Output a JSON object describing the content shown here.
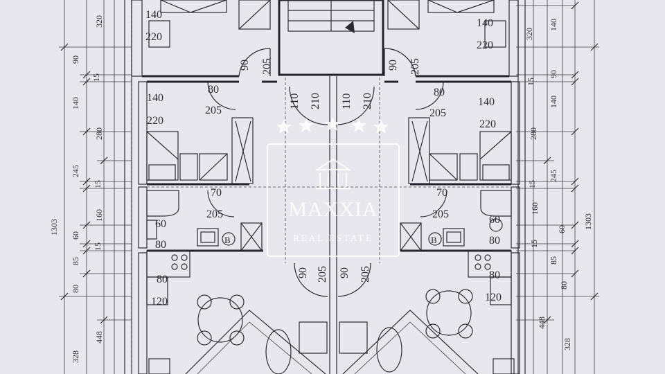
{
  "labels": {
    "top_left_room": [
      "140",
      "220"
    ],
    "top_right_room": [
      "140",
      "220"
    ],
    "door_left_90": "90",
    "door_left_205": "205",
    "door_right_90": "90",
    "door_right_205": "205",
    "stair_doors": [
      "110",
      "210",
      "110",
      "210"
    ],
    "left_bed_door": [
      "80",
      "205"
    ],
    "right_bed_door": [
      "80",
      "205"
    ],
    "left_bed_window": [
      "140",
      "220"
    ],
    "right_bed_window": [
      "140",
      "220"
    ],
    "left_bath_door": [
      "70",
      "205"
    ],
    "right_bath_door": [
      "70",
      "205"
    ],
    "left_bath_window": [
      "60",
      "80"
    ],
    "right_bath_window": [
      "60",
      "80"
    ],
    "boiler_left": "B",
    "boiler_right": "B",
    "lower_doors": [
      "90",
      "205",
      "90",
      "205"
    ],
    "left_kitchen_window": [
      "80",
      "120"
    ],
    "right_kitchen_window": [
      "80",
      "120"
    ]
  },
  "left_dims": {
    "total": "1303",
    "chain": [
      "320",
      "90",
      "15",
      "140",
      "280",
      "245",
      "15",
      "160",
      "60",
      "15",
      "85",
      "80",
      "448",
      "328"
    ]
  },
  "right_dims": {
    "total": "1303",
    "chain": [
      "140",
      "320",
      "90",
      "15",
      "140",
      "280",
      "245",
      "15",
      "160",
      "60",
      "15",
      "85",
      "80",
      "448",
      "328"
    ]
  },
  "watermark": {
    "brand": "MAXXIA",
    "tagline": "REAL ESTATE"
  }
}
